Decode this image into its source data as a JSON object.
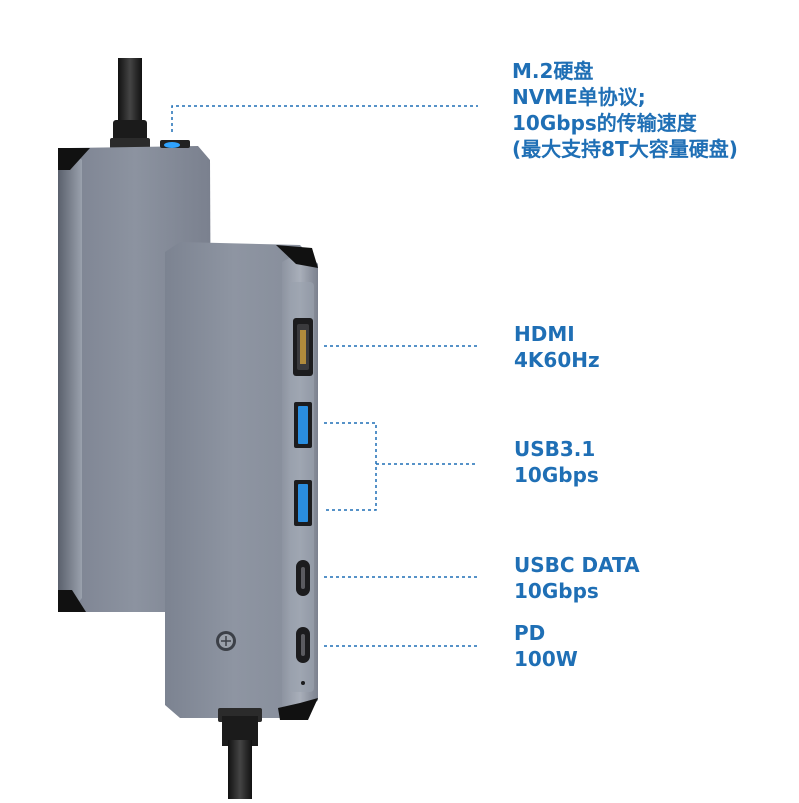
{
  "labels": {
    "ssd": {
      "lines": [
        "M.2硬盘",
        "NVME单协议;",
        "10Gbps的传输速度",
        "(最大支持8T大容量硬盘)"
      ]
    },
    "hdmi": {
      "lines": [
        "HDMI",
        "4K60Hz"
      ]
    },
    "usb3": {
      "lines": [
        "USB3.1",
        "10Gbps"
      ]
    },
    "usbc": {
      "lines": [
        "USBC DATA",
        "10Gbps"
      ]
    },
    "pd": {
      "lines": [
        "PD",
        "100W"
      ]
    }
  },
  "colors": {
    "accent": "#1f6fb5",
    "usb_port_blue": "#2a8ee0",
    "body_dark": "#6f7683",
    "body_light": "#9aa1ad"
  }
}
